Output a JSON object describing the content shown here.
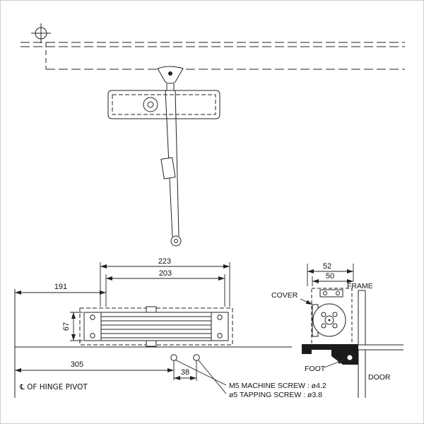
{
  "drawing": {
    "front_view": {
      "dim_223": "223",
      "dim_203": "203",
      "dim_191": "191",
      "dim_67": "67",
      "dim_305": "305",
      "dim_38": "38",
      "hinge_note": "℄ OF HINGE PIVOT"
    },
    "side_view": {
      "dim_52": "52",
      "dim_50": "50",
      "frame_label": "FRAME",
      "cover_label": "COVER",
      "foot_label": "FOOT",
      "door_label": "DOOR"
    },
    "notes": {
      "machine_screw": "M5 MACHINE SCREW : ø4.2",
      "tapping_screw": "ø5 TAPPING SCREW : ø3.8"
    },
    "colors": {
      "line": "#222222",
      "background": "#ffffff"
    }
  }
}
